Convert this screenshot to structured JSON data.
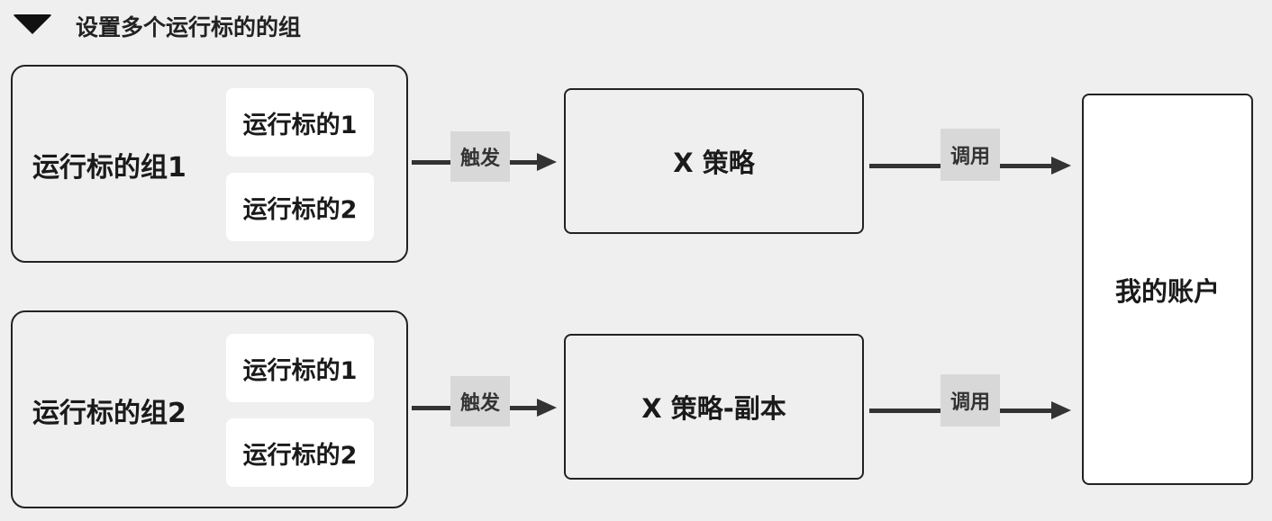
{
  "header": {
    "icon": "caret-down-icon",
    "title": "设置多个运行标的的组"
  },
  "groups": [
    {
      "label": "运行标的组1",
      "targets": [
        "运行标的1",
        "运行标的2"
      ],
      "trigger_label": "触发",
      "strategy": "X 策略",
      "call_label": "调用"
    },
    {
      "label": "运行标的组2",
      "targets": [
        "运行标的1",
        "运行标的2"
      ],
      "trigger_label": "触发",
      "strategy": "X 策略-副本",
      "call_label": "调用"
    }
  ],
  "account": {
    "label": "我的账户"
  }
}
